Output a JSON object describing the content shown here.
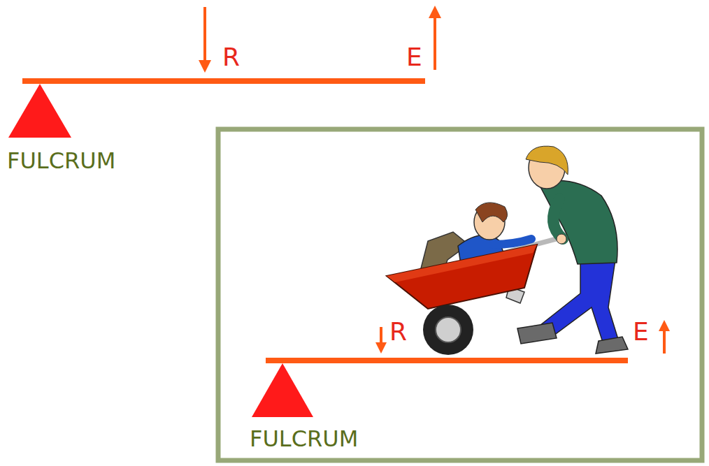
{
  "diagram": {
    "labels": [
      "R",
      "E",
      "FULCRUM",
      "R",
      "E",
      "FULCRUM"
    ]
  }
}
